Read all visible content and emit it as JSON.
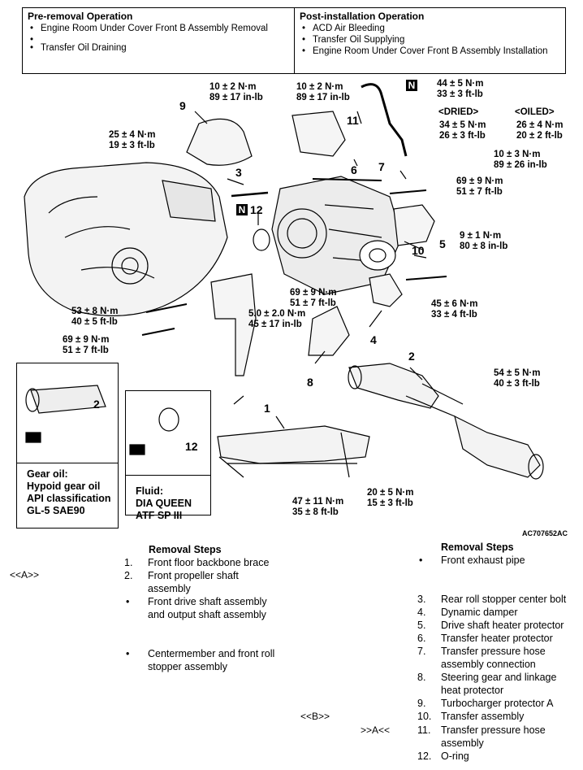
{
  "pre_removal": {
    "title": "Pre-removal Operation",
    "items": [
      "Engine Room Under Cover Front B Assembly Removal",
      "Transfer Oil Draining"
    ]
  },
  "post_installation": {
    "title": "Post-installation Operation",
    "items": [
      "ACD Air Bleeding",
      "Transfer Oil Supplying",
      "Engine Room Under Cover Front B Assembly Installation"
    ]
  },
  "torques": {
    "t1": [
      "10 ± 2 N·m",
      "89 ± 17 in-lb"
    ],
    "t2": [
      "10 ± 2 N·m",
      "89 ± 17 in-lb"
    ],
    "t3": [
      "44 ± 5 N·m",
      "33 ± 3 ft-lb"
    ],
    "dried_label": "<DRIED>",
    "oiled_label": "<OILED>",
    "t4": [
      "34 ± 5 N·m",
      "26 ± 3 ft-lb"
    ],
    "t5": [
      "26 ± 4 N·m",
      "20 ± 2 ft-lb"
    ],
    "t6": [
      "25 ± 4 N·m",
      "19 ± 3 ft-lb"
    ],
    "t7": [
      "10 ± 3 N·m",
      "89 ± 26 in-lb"
    ],
    "t8": [
      "69 ± 9 N·m",
      "51 ± 7 ft-lb"
    ],
    "t9": [
      "9 ± 1 N·m",
      "80 ± 8 in-lb"
    ],
    "t10": [
      "69 ± 9 N·m",
      "51 ± 7 ft-lb"
    ],
    "t11": [
      "5.0 ± 2.0 N·m",
      "45 ± 17 in-lb"
    ],
    "t12": [
      "45 ± 6 N·m",
      "33 ± 4 ft-lb"
    ],
    "t13": [
      "53 ± 8 N·m",
      "40 ± 5 ft-lb"
    ],
    "t14": [
      "69 ± 9 N·m",
      "51 ± 7 ft-lb"
    ],
    "t15": [
      "54 ± 5 N·m",
      "40 ± 3 ft-lb"
    ],
    "t16": [
      "47 ± 11 N·m",
      "35 ± 8 ft-lb"
    ],
    "t17": [
      "20 ± 5 N·m",
      "15 ± 3 ft-lb"
    ]
  },
  "callouts": [
    "1",
    "2",
    "3",
    "4",
    "5",
    "6",
    "7",
    "8",
    "9",
    "10",
    "11",
    "12"
  ],
  "n_mark": "N",
  "inset1": {
    "number": "2",
    "lines": [
      "Gear oil:",
      "Hypoid gear oil",
      "API classification",
      "GL-5 SAE90"
    ]
  },
  "inset2": {
    "number": "12",
    "lines": [
      "Fluid:",
      "DIA QUEEN",
      "ATF SP III"
    ]
  },
  "figure_code": "AC707652AC",
  "left_steps": {
    "header": "Removal Steps",
    "marker_a": "<<A>>",
    "items": [
      {
        "n": "1.",
        "text": [
          "Front floor backbone brace"
        ]
      },
      {
        "n": "2.",
        "text": [
          "Front propeller shaft",
          "assembly"
        ]
      },
      {
        "n": "•",
        "text": [
          "Front drive shaft assembly",
          "and output shaft assembly"
        ]
      },
      {
        "n": "•",
        "text": [
          "Centermember and front roll",
          "stopper assembly"
        ]
      }
    ]
  },
  "right_steps": {
    "header": "Removal Steps",
    "marker_b": "<<B>>",
    "marker_a2": ">>A<<",
    "first": "Front exhaust pipe",
    "items": [
      {
        "n": "3.",
        "text": [
          "Rear roll stopper center bolt"
        ]
      },
      {
        "n": "4.",
        "text": [
          "Dynamic damper"
        ]
      },
      {
        "n": "5.",
        "text": [
          "Drive shaft heater protector"
        ]
      },
      {
        "n": "6.",
        "text": [
          "Transfer heater protector"
        ]
      },
      {
        "n": "7.",
        "text": [
          "Transfer pressure hose",
          "assembly connection"
        ]
      },
      {
        "n": "8.",
        "text": [
          "Steering gear and linkage",
          "heat protector"
        ]
      },
      {
        "n": "9.",
        "text": [
          "Turbocharger protector A"
        ]
      },
      {
        "n": "10.",
        "text": [
          "Transfer assembly"
        ]
      },
      {
        "n": "11.",
        "text": [
          "Transfer pressure hose",
          "assembly"
        ]
      },
      {
        "n": "12.",
        "text": [
          "O-ring"
        ]
      }
    ]
  }
}
